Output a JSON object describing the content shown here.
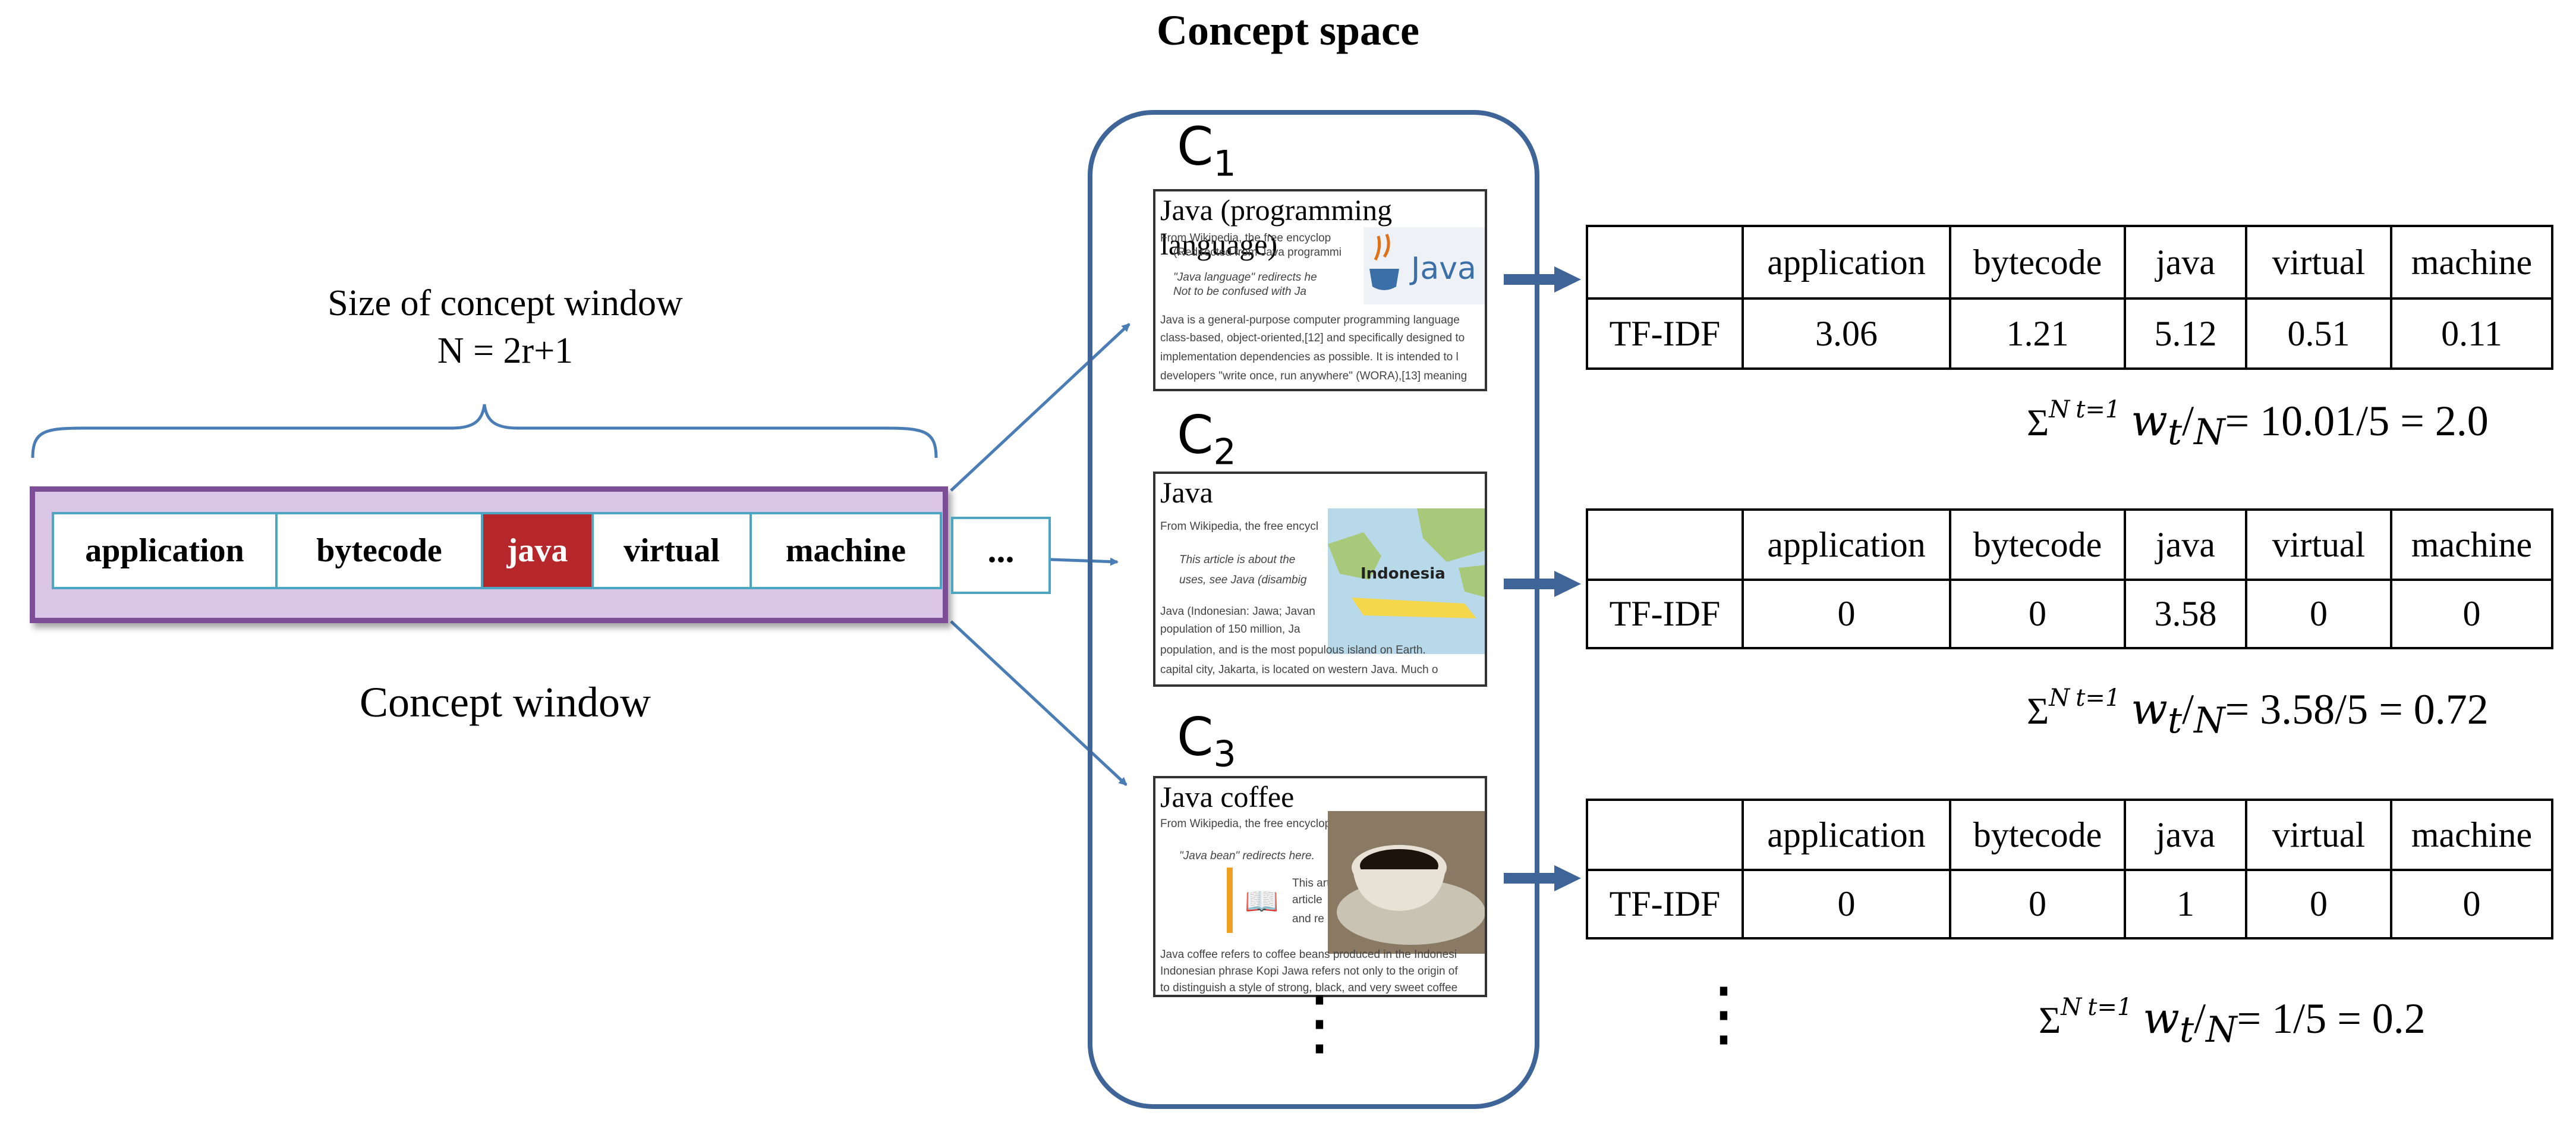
{
  "title": "Concept space",
  "window": {
    "size_label_line1": "Size of concept window",
    "size_label_line2": "N = 2r+1",
    "label": "Concept window",
    "words": [
      "application",
      "bytecode",
      "java",
      "virtual",
      "machine"
    ],
    "highlight_word": "java",
    "ellipsis": "...",
    "colors": {
      "window_fill": "#d9c5e6",
      "window_border": "#7b4e96",
      "word_border": "#4ca6c2",
      "highlight": "#b5272b"
    }
  },
  "concepts": [
    {
      "label": "C",
      "index": "1",
      "card_title": "Java (programming language)",
      "logo_text": "Java",
      "snippet": [
        "From Wikipedia, the free encyclop",
        "(Redirected from Java programmi",
        "\"Java language\" redirects he",
        "Not to be confused with Ja",
        "Java is a general-purpose computer programming language",
        "class-based, object-oriented,[12] and specifically designed to",
        "implementation dependencies as possible. It is intended to l",
        "developers \"write once, run anywhere\" (WORA),[13] meaning"
      ],
      "table": {
        "header": [
          "",
          "application",
          "bytecode",
          "java",
          "virtual",
          "machine"
        ],
        "row_label": "TF-IDF",
        "values": [
          "3.06",
          "1.21",
          "5.12",
          "0.51",
          "0.11"
        ]
      },
      "formula_result": "= 10.01/5 = 2.0"
    },
    {
      "label": "C",
      "index": "2",
      "card_title": "Java",
      "map_label": "Indonesia",
      "snippet": [
        "From Wikipedia, the free encycl",
        "This article is about the",
        "uses, see Java (disambig",
        "Java (Indonesian: Jawa; Javan",
        "population of 150 million, Ja",
        "population, and is the most populous island on Earth.",
        "capital city, Jakarta, is located on western Java. Much o"
      ],
      "table": {
        "header": [
          "",
          "application",
          "bytecode",
          "java",
          "virtual",
          "machine"
        ],
        "row_label": "TF-IDF",
        "values": [
          "0",
          "0",
          "3.58",
          "0",
          "0"
        ]
      },
      "formula_result": "= 3.58/5 = 0.72"
    },
    {
      "label": "C",
      "index": "3",
      "card_title": "Java coffee",
      "snippet": [
        "From Wikipedia, the free encyclop",
        "\"Java bean\" redirects here.",
        "This art",
        "article",
        "and re",
        "Java coffee refers to coffee beans produced in the Indonesi",
        "Indonesian phrase Kopi Jawa refers not only to the origin of",
        "to distinguish a style of strong, black, and very sweet coffee"
      ],
      "table": {
        "header": [
          "",
          "application",
          "bytecode",
          "java",
          "virtual",
          "machine"
        ],
        "row_label": "TF-IDF",
        "values": [
          "0",
          "0",
          "1",
          "0",
          "0"
        ]
      },
      "formula_result": "= 1/5 = 0.2"
    }
  ],
  "formula": {
    "sigma": "Σ",
    "lower": "t=1",
    "upper": "N",
    "w": "w",
    "w_sub": "t",
    "denom": "N"
  },
  "dots": "⋮"
}
